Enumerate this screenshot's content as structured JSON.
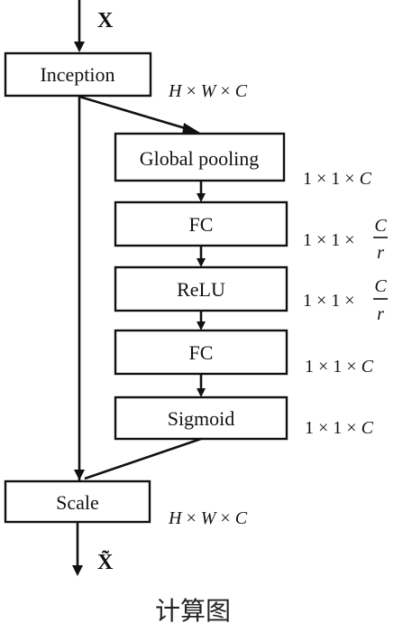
{
  "input_label": "X",
  "output_label": "X̃",
  "blocks": {
    "inception": "Inception",
    "global_pooling": "Global pooling",
    "fc1": "FC",
    "relu": "ReLU",
    "fc2": "FC",
    "sigmoid": "Sigmoid",
    "scale": "Scale"
  },
  "dims": {
    "hwc_top": "H × W × C",
    "gp": "1 × 1 × C",
    "fc1_prefix": "1 × 1 ×",
    "fc1_num": "C",
    "fc1_den": "r",
    "relu_prefix": "1 × 1 ×",
    "relu_num": "C",
    "relu_den": "r",
    "fc2": "1 × 1 × C",
    "sigmoid": "1 × 1 × C",
    "hwc_bottom": "H × W × C"
  },
  "caption": "计算图"
}
